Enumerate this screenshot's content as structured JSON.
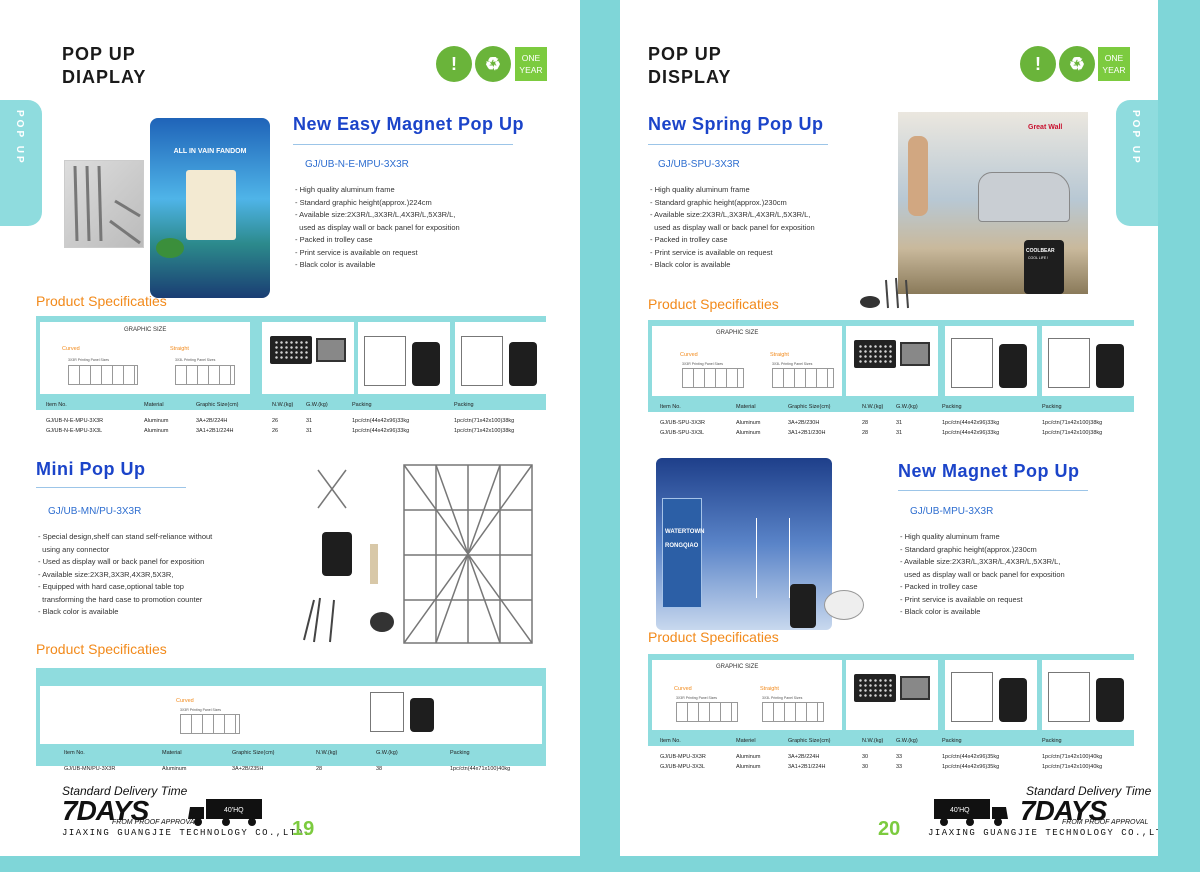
{
  "left": {
    "header": {
      "line1": "POP UP",
      "line2": "DIAPLAY"
    },
    "spine": "POP UP",
    "badge": {
      "line1": "ONE",
      "line2": "YEAR"
    },
    "product1": {
      "title": "New Easy Magnet Pop Up",
      "code": "GJ/UB-N-E-MPU-3X3R",
      "features": [
        "- High quality aluminum frame",
        "- Standard graphic height(approx.)224cm",
        "- Available size:2X3R/L,3X3R/L,4X3R/L,5X3R/L,",
        "  used as display wall or back panel for exposition",
        "- Packed in trolley case",
        "- Print service is available on request",
        "- Black color is available"
      ],
      "spec_title": "Product Specificaties",
      "graphic_size": "GRAPHIC SIZE",
      "curved": "Curved",
      "straight": "Straight",
      "curved_sub": "3X3R Printing Panel Sizes",
      "straight_sub": "3X3L Printing Panel Sizes",
      "table": {
        "headers": [
          "Item No.",
          "Material",
          "Graphic Size(cm)",
          "N.W.(kg)",
          "G.W.(kg)",
          "Packing",
          "Packing"
        ],
        "rows": [
          [
            "GJ/UB-N-E-MPU-3X3R",
            "Aluminum",
            "3A+2B/224H",
            "26",
            "31",
            "1pc/ctn(44x42x96)33kg",
            "1pc/ctn(71x42x100)38kg"
          ],
          [
            "GJ/UB-N-E-MPU-3X3L",
            "Aluminum",
            "3A1+2B1/224H",
            "26",
            "31",
            "1pc/ctn(44x42x96)33kg",
            "1pc/ctn(71x42x100)38kg"
          ]
        ]
      }
    },
    "product2": {
      "title": "Mini Pop Up",
      "code": "GJ/UB-MN/PU-3X3R",
      "features": [
        "- Special design,shelf can stand self-reliance without",
        "  using any connector",
        "- Used as display wall or back panel for exposition",
        "- Available size:2X3R,3X3R,4X3R,5X3R,",
        "- Equipped with hard case,optional table top",
        "  transforming the hard case to promotion counter",
        "- Black color is available"
      ],
      "spec_title": "Product Specificaties",
      "curved": "Curved",
      "curved_sub": "3X3R Printing Panel Sizes",
      "table": {
        "headers": [
          "Item No.",
          "Material",
          "Graphic Size(cm)",
          "N.W.(kg)",
          "G.W.(kg)",
          "Packing"
        ],
        "rows": [
          [
            "GJ/UB-MN/PU-3X3R",
            "Aluminum",
            "3A+2B/235H",
            "28",
            "38",
            "1pc/ctn(44x71x100)40kg"
          ]
        ]
      }
    },
    "footer": {
      "std": "Standard Delivery Time",
      "days": "7DAYS",
      "from": "FROM PROOF APPROVAL",
      "company": "JIAXING GUANGJIE TECHNOLOGY CO.,LTD.",
      "truck": "40'HQ",
      "page": "19"
    },
    "display_text": "ALL IN VAIN FANDOM"
  },
  "right": {
    "header": {
      "line1": "POP UP",
      "line2": "DISPLAY"
    },
    "spine": "POP UP",
    "badge": {
      "line1": "ONE",
      "line2": "YEAR"
    },
    "product1": {
      "title": "New Spring Pop Up",
      "code": "GJ/UB-SPU-3X3R",
      "features": [
        "- High quality aluminum frame",
        "- Standard graphic height(approx.)230cm",
        "- Available size:2X3R/L,3X3R/L,4X3R/L,5X3R/L,",
        "  used as display wall or back panel for exposition",
        "- Packed in trolley case",
        "- Print service is available on request",
        "- Black color is available"
      ],
      "spec_title": "Product Specificaties",
      "graphic_size": "GRAPHIC SIZE",
      "curved": "Curved",
      "straight": "Straight",
      "curved_sub": "3X3R Printing Panel Sizes",
      "straight_sub": "3X3L Printing Panel Sizes",
      "table": {
        "headers": [
          "Item No.",
          "Material",
          "Graphic Size(cm)",
          "N.W.(kg)",
          "G.W.(kg)",
          "Packing",
          "Packing"
        ],
        "rows": [
          [
            "GJ/UB-SPU-3X3R",
            "Aluminum",
            "3A+2B/230H",
            "28",
            "31",
            "1pc/ctn(44x42x96)33kg",
            "1pc/ctn(71x42x100)38kg"
          ],
          [
            "GJ/UB-SPU-3X3L",
            "Aluminum",
            "3A1+2B1/230H",
            "28",
            "31",
            "1pc/ctn(44x42x96)33kg",
            "1pc/ctn(71x42x100)38kg"
          ]
        ]
      },
      "brand": "Great Wall",
      "coolbear": "COOLBEAR",
      "coollife": "COOL LIFE !"
    },
    "product2": {
      "title": "New Magnet Pop Up",
      "code": "GJ/UB-MPU-3X3R",
      "features": [
        "- High quality aluminum frame",
        "- Standard graphic height(approx.)230cm",
        "- Available size:2X3R/L,3X3R/L,4X3R/L,5X3R/L,",
        "  used as display wall or back panel for exposition",
        "- Packed in trolley case",
        "- Print service is available on request",
        "- Black color is available"
      ],
      "spec_title": "Product Specificaties",
      "graphic_size": "GRAPHIC SIZE",
      "curved": "Curved",
      "straight": "Straight",
      "curved_sub": "3X3R Printing Panel Sizes",
      "straight_sub": "3X3L Printing Panel Sizes",
      "table": {
        "headers": [
          "Item No.",
          "Materiel",
          "Graphic Size(cm)",
          "N.W.(kg)",
          "G.W.(kg)",
          "Packing",
          "Packing"
        ],
        "rows": [
          [
            "GJ/UB-MPU-3X3R",
            "Aluminum",
            "3A+2B/224H",
            "30",
            "33",
            "1pc/ctn(44x42x96)35kg",
            "1pc/ctn(71x42x100)40kg"
          ],
          [
            "GJ/UB-MPU-3X3L",
            "Aluminum",
            "3A1+2B1/224H",
            "30",
            "33",
            "1pc/ctn(44x42x96)35kg",
            "1pc/ctn(71x42x100)40kg"
          ]
        ]
      },
      "vodka1": "WATERTOWN",
      "vodka2": "RONGQIAO"
    },
    "footer": {
      "std": "Standard Delivery Time",
      "days": "7DAYS",
      "from": "FROM PROOF APPROVAL",
      "company": "JIAXING GUANGJIE TECHNOLOGY CO.,LTD.",
      "truck": "40'HQ",
      "page": "20"
    }
  },
  "colors": {
    "teal": "#8fdcde",
    "blue_title": "#1b44c9",
    "orange": "#f28a1b",
    "green": "#7ccb3f"
  }
}
